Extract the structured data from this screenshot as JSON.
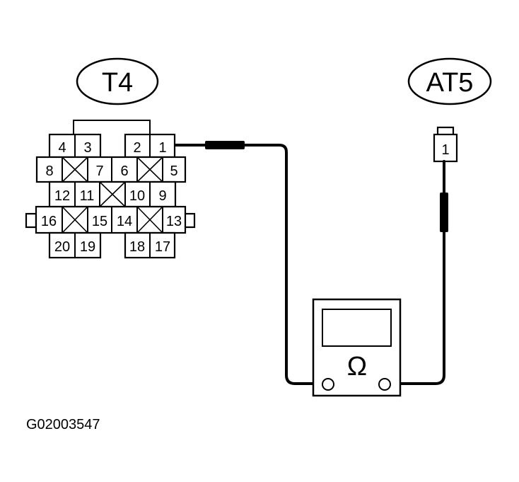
{
  "connectors": {
    "t4": {
      "label": "T4",
      "pins": [
        "1",
        "2",
        "3",
        "4",
        "5",
        "6",
        "7",
        "8",
        "9",
        "10",
        "11",
        "12",
        "13",
        "14",
        "15",
        "16",
        "17",
        "18",
        "19",
        "20"
      ]
    },
    "at5": {
      "label": "AT5",
      "pin": "1"
    }
  },
  "meter": {
    "symbol": "Ω"
  },
  "figure_code": "G02003547"
}
